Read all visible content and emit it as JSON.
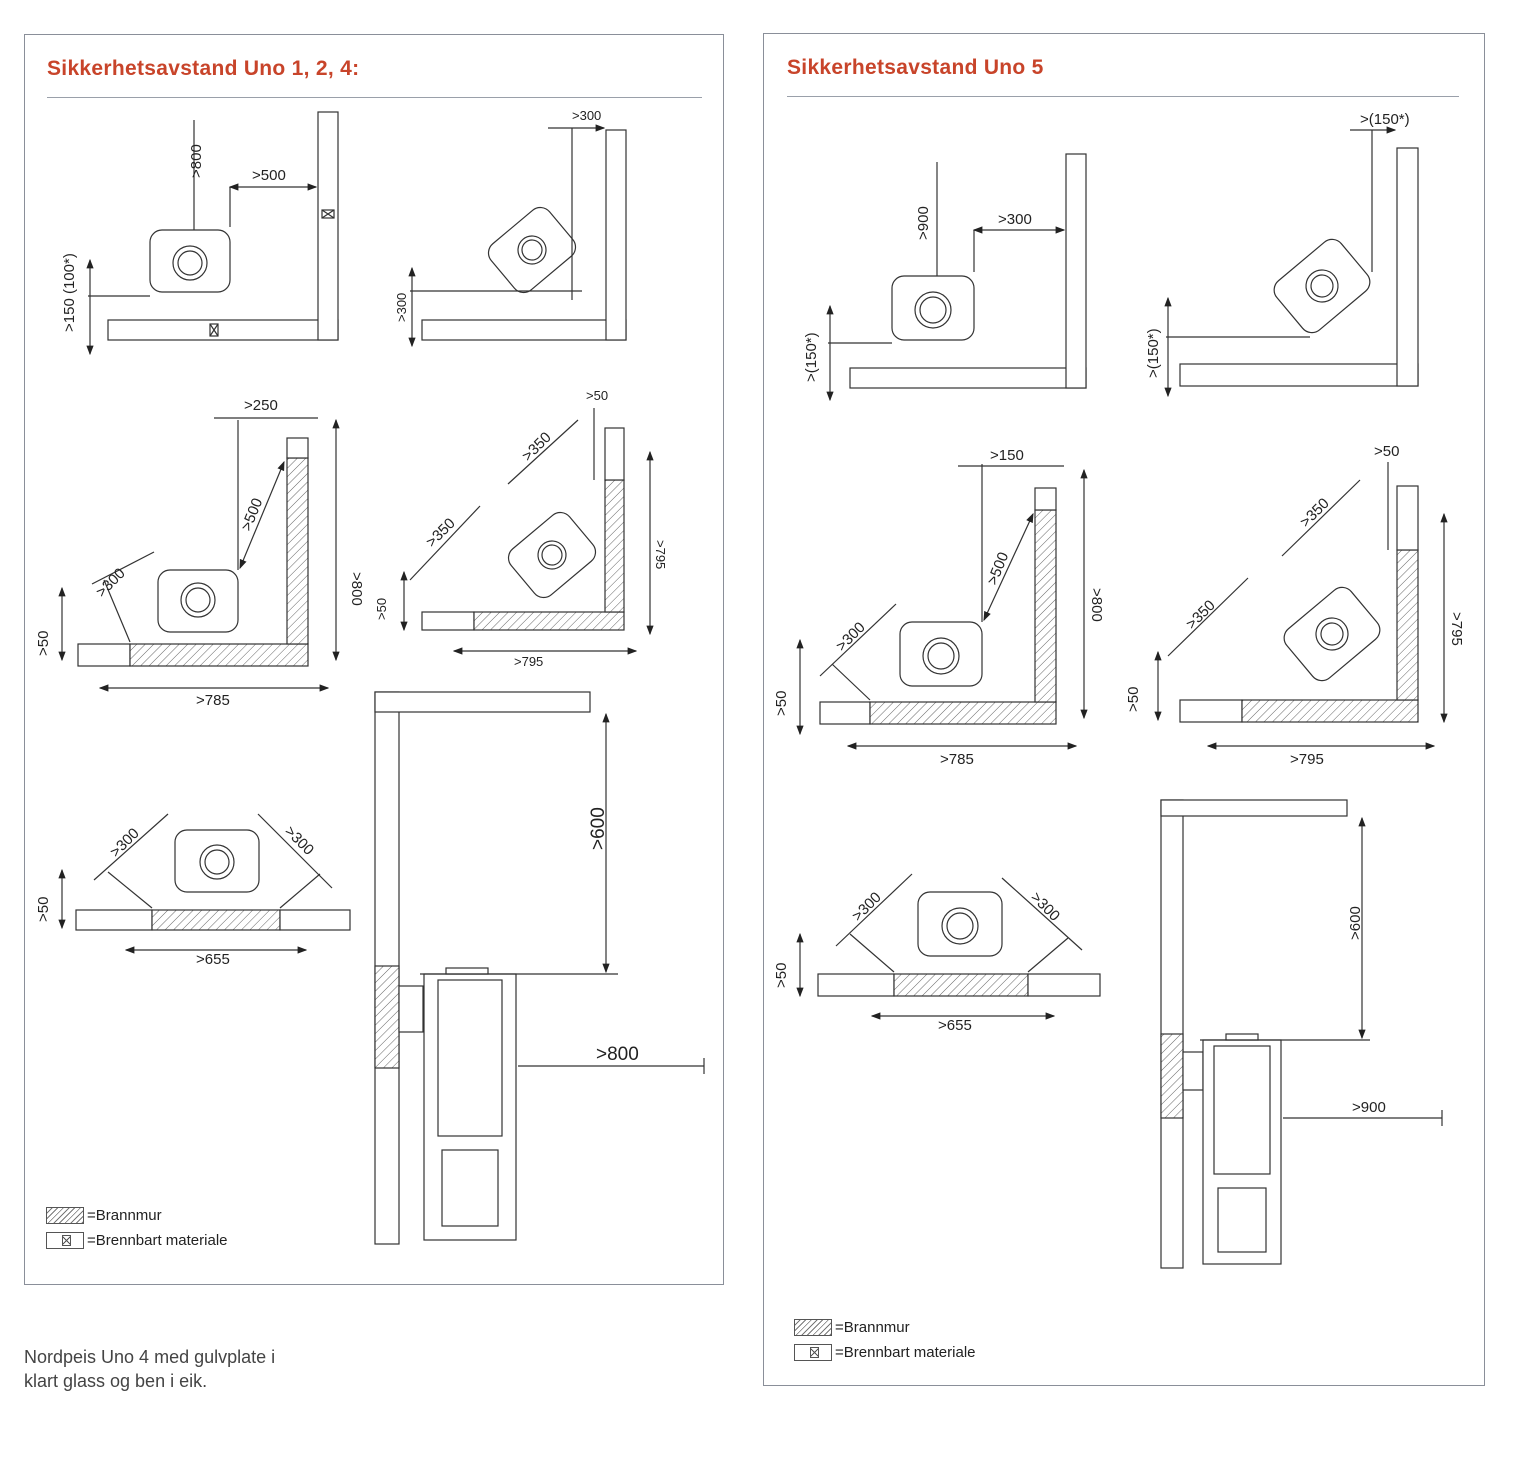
{
  "left_panel": {
    "title": "Sikkerhetsavstand Uno 1, 2, 4:",
    "dims": {
      "a_800": ">800",
      "a_500": ">500",
      "a_150": ">150 (100*)",
      "b_300top": ">300",
      "b_300side": ">300",
      "c_250": ">250",
      "c_500": ">500",
      "c_300": ">300",
      "c_50": ">50",
      "c_800": ">800",
      "c_785": ">785",
      "d_50top": ">50",
      "d_350a": ">350",
      "d_350b": ">350",
      "d_50": ">50",
      "d_795side": ">795",
      "d_795": ">795",
      "e_300a": ">300",
      "e_300b": ">300",
      "e_50": ">50",
      "e_655": ">655",
      "f_600": ">600",
      "f_800": ">800"
    },
    "legend": {
      "brick": "=Brannmur",
      "combustible": "=Brennbart materiale"
    }
  },
  "right_panel": {
    "title": "Sikkerhetsavstand Uno 5",
    "dims": {
      "a_900": ">900",
      "a_300": ">300",
      "a_150": ">(150*)",
      "b_150top": ">(150*)",
      "b_150side": ">(150*)",
      "c_150": ">150",
      "c_500": ">500",
      "c_300": ">300",
      "c_50": ">50",
      "c_800": ">800",
      "c_785": ">785",
      "d_50top": ">50",
      "d_350a": ">350",
      "d_350b": ">350",
      "d_50": ">50",
      "d_795side": ">795",
      "d_795": ">795",
      "e_300a": ">300",
      "e_300b": ">300",
      "e_50": ">50",
      "e_655": ">655",
      "f_600": ">600",
      "f_900": ">900"
    },
    "legend": {
      "brick": "=Brannmur",
      "combustible": "=Brennbart materiale"
    }
  },
  "caption": {
    "line1": "Nordpeis Uno 4 med gulvplate i",
    "line2": "klart glass og ben i eik."
  },
  "colors": {
    "title": "#c8442a",
    "line": "#333333",
    "frame": "#8a8f99"
  }
}
